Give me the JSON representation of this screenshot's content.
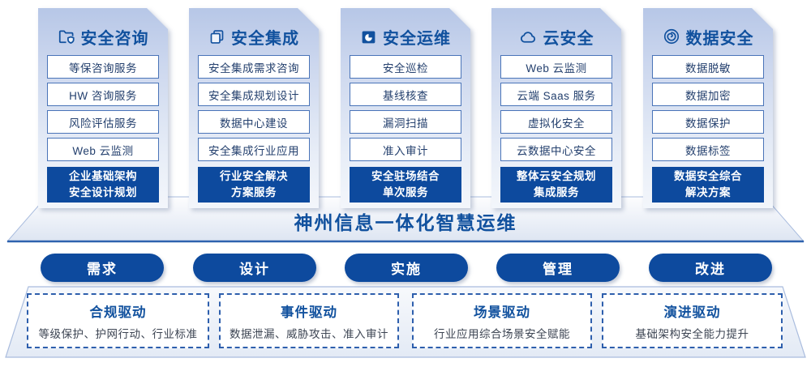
{
  "colors": {
    "primary": "#0d4a9e",
    "title_blue": "#11519e",
    "item_border": "#4a74b8",
    "dashed_border": "#2e5fad"
  },
  "columns": [
    {
      "title": "安全咨询",
      "icon": "folder-shield-icon",
      "items": [
        "等保咨询服务",
        "HW 咨询服务",
        "风险评估服务",
        "Web 云监测"
      ],
      "footer": [
        "企业基础架构",
        "安全设计规划"
      ]
    },
    {
      "title": "安全集成",
      "icon": "documents-icon",
      "items": [
        "安全集成需求咨询",
        "安全集成规划设计",
        "数据中心建设",
        "安全集成行业应用"
      ],
      "footer": [
        "行业安全解决",
        "方案服务"
      ]
    },
    {
      "title": "安全运维",
      "icon": "folder-chart-icon",
      "items": [
        "安全巡检",
        "基线核查",
        "漏洞扫描",
        "准入审计"
      ],
      "footer": [
        "安全驻场结合",
        "单次服务"
      ]
    },
    {
      "title": "云安全",
      "icon": "cloud-icon",
      "items": [
        "Web 云监测",
        "云端 Saas 服务",
        "虚拟化安全",
        "云数据中心安全"
      ],
      "footer": [
        "整体云安全规划",
        "集成服务"
      ]
    },
    {
      "title": "数据安全",
      "icon": "spiral-icon",
      "items": [
        "数据脱敏",
        "数据加密",
        "数据保护",
        "数据标签"
      ],
      "footer": [
        "数据安全综合",
        "解决方案"
      ]
    }
  ],
  "banner": {
    "title": "神州信息一体化智慧运维"
  },
  "process": [
    "需求",
    "设计",
    "实施",
    "管理",
    "改进"
  ],
  "drivers": [
    {
      "title": "合规驱动",
      "desc": "等级保护、护网行动、行业标准"
    },
    {
      "title": "事件驱动",
      "desc": "数据泄漏、威胁攻击、准入审计"
    },
    {
      "title": "场景驱动",
      "desc": "行业应用综合场景安全赋能"
    },
    {
      "title": "演进驱动",
      "desc": "基础架构安全能力提升"
    }
  ]
}
